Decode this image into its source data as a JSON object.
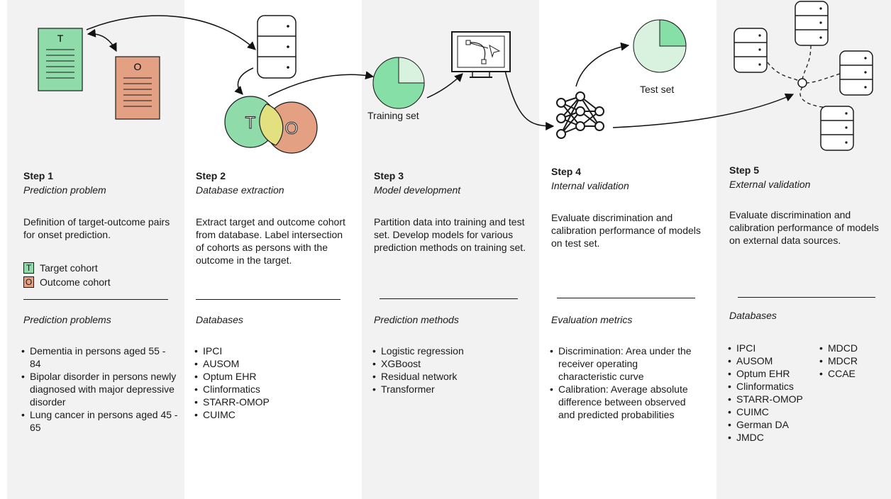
{
  "colors": {
    "panel_gray": "#f2f2f2",
    "target_green": "#8fdcaa",
    "outcome_orange": "#e3a083",
    "overlap_yellow": "#e3e17f",
    "pie_green": "#86dfa6",
    "pie_light": "#d9f1df"
  },
  "steps": [
    {
      "title": "Step 1",
      "subtitle": "Prediction problem",
      "description": "Definition of target-outcome pairs for onset prediction.",
      "legend": [
        {
          "symbol": "T",
          "label": "Target cohort"
        },
        {
          "symbol": "O",
          "label": "Outcome cohort"
        }
      ],
      "list_title": "Prediction problems",
      "items": [
        "Dementia in persons aged 55 - 84",
        "Bipolar disorder in persons newly diagnosed with major depressive disorder",
        "Lung cancer in persons aged 45 - 65"
      ]
    },
    {
      "title": "Step 2",
      "subtitle": "Database extraction",
      "description": "Extract target and outcome cohort from database. Label intersection of cohorts as persons with the outcome in the target.",
      "list_title": "Databases",
      "items": [
        "IPCI",
        "AUSOM",
        "Optum EHR",
        "Clinformatics",
        "STARR-OMOP",
        "CUIMC"
      ]
    },
    {
      "title": "Step 3",
      "subtitle": "Model development",
      "description": "Partition data into training and test set. Develop models for various prediction methods on training set.",
      "list_title": "Prediction methods",
      "items": [
        "Logistic regression",
        "XGBoost",
        "Residual network",
        "Transformer"
      ]
    },
    {
      "title": "Step 4",
      "subtitle": "Internal validation",
      "description": "Evaluate discrimination and calibration performance of models on test set.",
      "list_title": "Evaluation metrics",
      "items": [
        "Discrimination: Area under the receiver operating characteristic curve",
        "Calibration: Average absolute difference between observed and predicted probabilities"
      ]
    },
    {
      "title": "Step 5",
      "subtitle": "External validation",
      "description": "Evaluate discrimination and calibration performance of models on external data sources.",
      "list_title": "Databases",
      "items_col1": [
        "IPCI",
        "AUSOM",
        "Optum EHR",
        "Clinformatics",
        "STARR-OMOP",
        "CUIMC",
        "German DA",
        "JMDC"
      ],
      "items_col2": [
        "MDCD",
        "MDCR",
        "CCAE"
      ]
    }
  ],
  "icons": {
    "doc_target_letter": "T",
    "doc_outcome_letter": "O",
    "venn_target_letter": "T",
    "venn_outcome_letter": "O",
    "training_set_label": "Training set",
    "test_set_label": "Test set"
  }
}
